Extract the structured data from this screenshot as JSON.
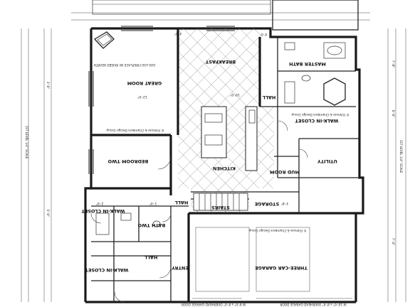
{
  "orientation_note": "floor plan drawn upside-down",
  "rooms": {
    "great_room": "GREAT ROOM",
    "breakfast": "BREAKFAST",
    "hall_top": "HALL",
    "master_bath": "MASTER BATH",
    "walk_in_closet_right": "WALK-IN CLOSET",
    "kitchen": "KITCHEN",
    "utility": "UTILITY",
    "mud_room": "MUD ROOM",
    "bedroom_two": "BEDROOM TWO",
    "walk_in_closet_left": "WALK-IN CLOSET",
    "bath_two": "BATH TWO",
    "hall_left": "HALL",
    "stairs": "STAIRS",
    "storage": "STORAGE",
    "hall_mid": "HALL",
    "walk_in_closet_bottom": "WALK-IN CLOSET",
    "entry": "ENTRY",
    "garage": "THREE-CAR GARAGE"
  },
  "copyright_notes": [
    "© Fillmore & Chambers Design Group",
    "© Fillmore & Chambers Design Group",
    "© Fillmore & Chambers Design Group"
  ],
  "level_labels": {
    "left": "1ST LEVEL 1/4\" SCALE",
    "right": "1ST LEVEL 1/4\" SCALE"
  },
  "dimensions": {
    "top_left": "4'-0\"",
    "top_mid": "4'-0\"",
    "right_top": "7'-8\"",
    "right_mid": "6'-6\"",
    "right_low": "7'-4\"",
    "center_a": "10'-0\"",
    "center_b": "12'-0\"",
    "center_c": "3'-8\"",
    "left_a": "3'-6\"",
    "left_b": "5'-0\"",
    "bottom_a": "1'-0\"",
    "bottom_b": "2'-0\""
  },
  "notes": {
    "garage_width": "W 8'-0\" x 8'-0\" OVERHEAD GARAGE DOOR",
    "garage_width_2": "W 16'-0\" x 8'-0\" OVERHEAD GARAGE DOOR",
    "fireplace": "GAS LOG FIREPLACE W/ RAISED HEARTH"
  }
}
